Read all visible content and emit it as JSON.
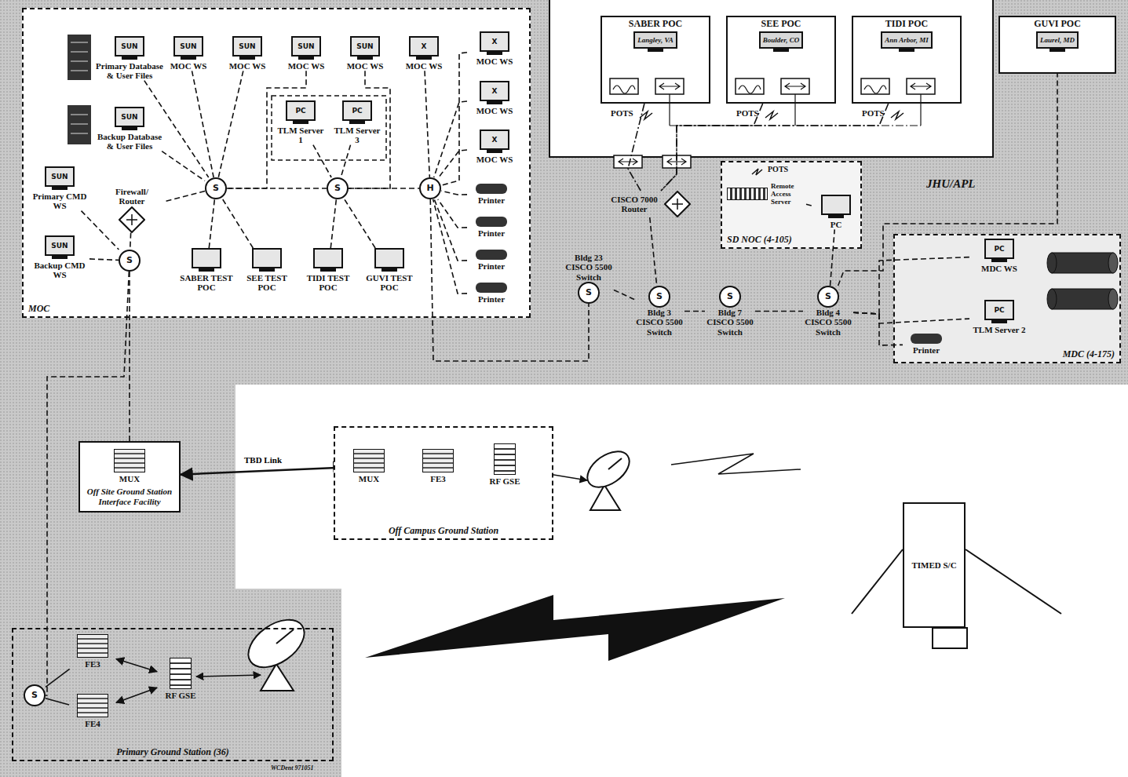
{
  "diagram": {
    "nodes": [
      {
        "text": [
          "MOC"
        ]
      },
      {
        "text": [
          "SUN",
          "Primary Database & User Files"
        ],
        "in": 0
      },
      {
        "text": [
          "SUN",
          "Backup Database & User Files"
        ],
        "in": 0
      },
      {
        "text": [
          "SUN",
          "Primary CMD WS"
        ],
        "in": 0
      },
      {
        "text": [
          "SUN",
          "Backup CMD WS"
        ],
        "in": 0
      },
      {
        "text": [
          "SUN",
          "MOC WS"
        ],
        "in": 0
      },
      {
        "text": [
          "SUN",
          "MOC WS"
        ],
        "in": 0
      },
      {
        "text": [
          "SUN",
          "MOC WS"
        ],
        "in": 0
      },
      {
        "text": [
          "SUN",
          "MOC WS"
        ],
        "in": 0
      },
      {
        "text": [
          "X",
          "MOC WS"
        ],
        "in": 0
      },
      {
        "text": [
          "X",
          "MOC WS"
        ],
        "in": 0
      },
      {
        "text": [
          "X",
          "MOC WS"
        ],
        "in": 0
      },
      {
        "text": [
          "X",
          "MOC WS"
        ],
        "in": 0
      },
      {
        "text": [
          "PC",
          "TLM Server 1"
        ],
        "in": 0
      },
      {
        "text": [
          "PC",
          "TLM Server 3"
        ],
        "in": 0
      },
      {
        "text": [
          "S"
        ],
        "in": 0
      },
      {
        "text": [
          "S"
        ],
        "in": 0
      },
      {
        "text": [
          "H"
        ],
        "in": 0
      },
      {
        "text": [
          "Firewall/ Router"
        ],
        "in": 0
      },
      {
        "text": [
          "S"
        ],
        "in": 0
      },
      {
        "text": [
          "SABER TEST POC"
        ],
        "in": 0
      },
      {
        "text": [
          "SEE TEST POC"
        ],
        "in": 0
      },
      {
        "text": [
          "TIDI TEST POC"
        ],
        "in": 0
      },
      {
        "text": [
          "GUVI TEST POC"
        ],
        "in": 0
      },
      {
        "text": [
          "Printer"
        ],
        "in": 0
      },
      {
        "text": [
          "Printer"
        ],
        "in": 0
      },
      {
        "text": [
          "Printer"
        ],
        "in": 0
      },
      {
        "text": [
          "Printer"
        ],
        "in": 0
      },
      {
        "text": [
          "SABER POC",
          "Langley, VA"
        ]
      },
      {
        "text": [
          "SEE POC",
          "Boulder, CO"
        ]
      },
      {
        "text": [
          "TIDI POC",
          "Ann Arbor, MI"
        ]
      },
      {
        "text": [
          "GUVI POC",
          "Laurel, MD"
        ]
      },
      {
        "text": [
          "CISCO 7000 Router"
        ]
      },
      {
        "text": [
          "SD NOC (4-105)"
        ]
      },
      {
        "text": [
          "Remote Access Server"
        ],
        "in": 33
      },
      {
        "text": [
          "PC"
        ],
        "in": 33
      },
      {
        "text": [
          "S",
          "Bldg 23 CISCO 5500 Switch"
        ]
      },
      {
        "text": [
          "S",
          "Bldg 3 CISCO 5500 Switch"
        ]
      },
      {
        "text": [
          "S",
          "Bldg 7 CISCO 5500 Switch"
        ]
      },
      {
        "text": [
          "S",
          "Bldg 4 CISCO 5500 Switch"
        ]
      },
      {
        "text": [
          "MDC (4-175)"
        ]
      },
      {
        "text": [
          "PC",
          "MDC WS"
        ],
        "in": 40
      },
      {
        "text": [
          "PC",
          "TLM Server 2"
        ],
        "in": 40
      },
      {
        "text": [
          "Printer"
        ],
        "in": 40
      },
      {
        "text": [
          "MUX",
          "Off Site Ground Station Interface Facility"
        ]
      },
      {
        "text": [
          "Off Campus Ground Station"
        ]
      },
      {
        "text": [
          "MUX"
        ],
        "in": 45
      },
      {
        "text": [
          "FE3"
        ],
        "in": 45
      },
      {
        "text": [
          "RF GSE"
        ],
        "in": 45
      },
      {
        "text": [
          "Primary Ground Station (36)"
        ]
      },
      {
        "text": [
          "S"
        ],
        "in": 49
      },
      {
        "text": [
          "FE3"
        ],
        "in": 49
      },
      {
        "text": [
          "FE4"
        ],
        "in": 49
      },
      {
        "text": [
          "RF GSE"
        ],
        "in": 49
      },
      {
        "text": [
          "TIMED S/C"
        ]
      }
    ],
    "edges": [
      {
        "from": 1,
        "to": 15,
        "arrow": "none"
      },
      {
        "from": 2,
        "to": 15,
        "arrow": "none"
      },
      {
        "from": 5,
        "to": 15,
        "arrow": "none"
      },
      {
        "from": 6,
        "to": 15,
        "arrow": "none"
      },
      {
        "from": 7,
        "to": 15,
        "arrow": "none"
      },
      {
        "from": 8,
        "to": 16,
        "arrow": "none"
      },
      {
        "from": 13,
        "to": 16,
        "arrow": "none"
      },
      {
        "from": 14,
        "to": 16,
        "arrow": "none"
      },
      {
        "from": 9,
        "to": 17,
        "arrow": "none"
      },
      {
        "from": 10,
        "to": 17,
        "arrow": "none"
      },
      {
        "from": 11,
        "to": 17,
        "arrow": "none"
      },
      {
        "from": 12,
        "to": 17,
        "arrow": "none"
      },
      {
        "from": 24,
        "to": 17,
        "arrow": "none"
      },
      {
        "from": 25,
        "to": 17,
        "arrow": "none"
      },
      {
        "from": 26,
        "to": 17,
        "arrow": "none"
      },
      {
        "from": 27,
        "to": 17,
        "arrow": "none"
      },
      {
        "from": 15,
        "to": 16,
        "arrow": "none"
      },
      {
        "from": 16,
        "to": 17,
        "arrow": "none"
      },
      {
        "from": 15,
        "to": 18,
        "arrow": "none"
      },
      {
        "from": 18,
        "to": 19,
        "arrow": "none"
      },
      {
        "from": 3,
        "to": 19,
        "arrow": "none"
      },
      {
        "from": 4,
        "to": 19,
        "arrow": "none"
      },
      {
        "from": 20,
        "to": 15,
        "arrow": "none"
      },
      {
        "from": 21,
        "to": 15,
        "arrow": "none"
      },
      {
        "from": 22,
        "to": 16,
        "arrow": "none"
      },
      {
        "from": 23,
        "to": 16,
        "arrow": "none"
      },
      {
        "from": 19,
        "to": 44,
        "arrow": "none"
      },
      {
        "from": 19,
        "to": 50,
        "arrow": "none"
      },
      {
        "from": 17,
        "to": 36,
        "arrow": "none"
      },
      {
        "from": 36,
        "to": 37,
        "arrow": "none"
      },
      {
        "from": 32,
        "to": 37,
        "arrow": "none"
      },
      {
        "from": 37,
        "to": 38,
        "arrow": "none"
      },
      {
        "from": 38,
        "to": 39,
        "arrow": "none"
      },
      {
        "from": 39,
        "to": 35,
        "arrow": "none"
      },
      {
        "from": 39,
        "to": 31,
        "arrow": "none"
      },
      {
        "from": 39,
        "to": 41,
        "arrow": "none"
      },
      {
        "from": 39,
        "to": 42,
        "arrow": "none"
      },
      {
        "from": 39,
        "to": 43,
        "arrow": "none"
      },
      {
        "from": 28,
        "to": 32,
        "arrow": "none"
      },
      {
        "from": 29,
        "to": 32,
        "arrow": "none"
      },
      {
        "from": 30,
        "to": 32,
        "arrow": "none"
      },
      {
        "from": 34,
        "to": 35,
        "arrow": "none"
      },
      {
        "from": 44,
        "to": 46,
        "label": "TBD Link",
        "arrow": "both"
      },
      {
        "from": 46,
        "to": 47,
        "arrow": "none"
      },
      {
        "from": 47,
        "to": 48,
        "arrow": "both"
      },
      {
        "from": 50,
        "to": 51,
        "arrow": "none"
      },
      {
        "from": 50,
        "to": 52,
        "arrow": "none"
      },
      {
        "from": 51,
        "to": 53,
        "arrow": "both"
      },
      {
        "from": 52,
        "to": 53,
        "arrow": "both"
      }
    ],
    "labels": [
      "POTS",
      "POTS",
      "POTS",
      "POTS",
      "JHU/APL",
      "WCDent 971051"
    ]
  }
}
